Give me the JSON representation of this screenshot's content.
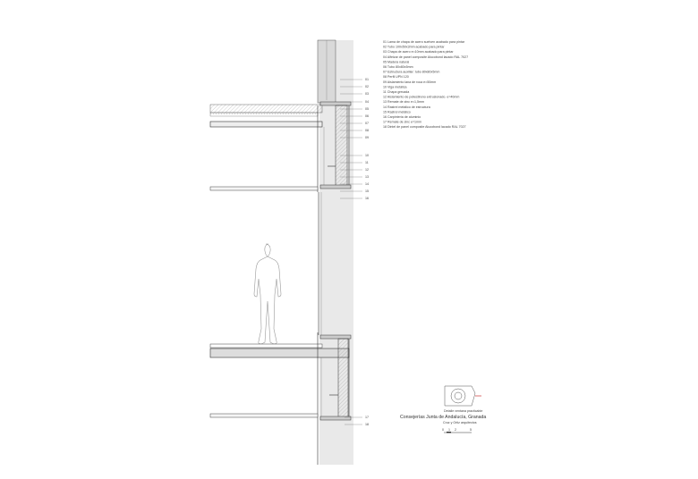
{
  "legend": [
    "01 Lama de chapa de acero suelven acabado para pintar",
    "02 Tubo 100x50x3mm acabado para pintar",
    "03 Chapa de acero e=10mm acabado para pintar",
    "04 Alfeizar de panel composite Alucobond lacado RAL 7027",
    "05 Madera natural",
    "06 Tubo 80x80x5mm",
    "07 Estructura auxiliar: tubo 80x80x5mm",
    "08 Perfil UPN 120",
    "09 Aislamiento lana de roca e=50mm",
    "10 Viga metálica",
    "11 Chapa grecada",
    "12 Aislamiento de poliestireno extrusionado. e=40mm",
    "13 Remate de zinc e=1,5mm",
    "14 Rastrel metálico de estructura",
    "15 Rastrel metálico",
    "16 Carpintería de aluminio",
    "17 Remate de zinc e=1mm",
    "18 Dintel de panel composite Alucobond lacado RAL 7027"
  ],
  "callouts_upper": [
    "01",
    "02",
    "03",
    "04",
    "05",
    "06",
    "07",
    "08",
    "09",
    "10",
    "11",
    "12",
    "13",
    "14",
    "15",
    "16"
  ],
  "callouts_lower": [
    "17",
    "18"
  ],
  "title_block": {
    "subtitle": "Detalle ventana practicable",
    "title": "Consejerías Junta de Andalucía, Granada",
    "author": "Cruz y Ortiz arquitectos",
    "scale_labels": [
      "0",
      "1",
      "2",
      "5"
    ]
  },
  "colors": {
    "wall": "#e9e9e9",
    "line": "#333333"
  }
}
